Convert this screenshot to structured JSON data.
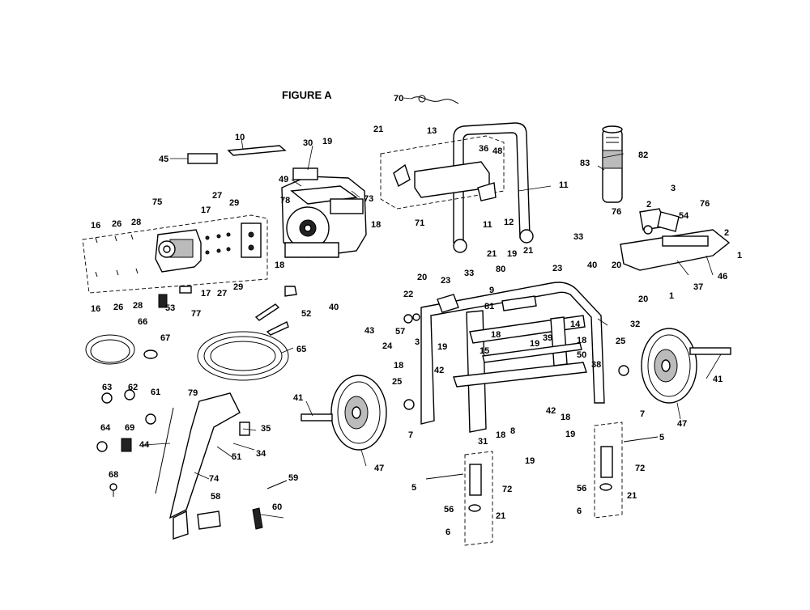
{
  "figure": {
    "title": "FIGURE A",
    "callouts": [
      {
        "id": "c70",
        "text": "70"
      },
      {
        "id": "c10",
        "text": "10"
      },
      {
        "id": "c21a",
        "text": "21"
      },
      {
        "id": "c13",
        "text": "13"
      },
      {
        "id": "c19a",
        "text": "19"
      },
      {
        "id": "c30",
        "text": "30"
      },
      {
        "id": "c45",
        "text": "45"
      },
      {
        "id": "c36",
        "text": "36"
      },
      {
        "id": "c48",
        "text": "48"
      },
      {
        "id": "c82",
        "text": "82"
      },
      {
        "id": "c83",
        "text": "83"
      },
      {
        "id": "c49",
        "text": "49"
      },
      {
        "id": "c73",
        "text": "73"
      },
      {
        "id": "c78",
        "text": "78"
      },
      {
        "id": "c11a",
        "text": "11"
      },
      {
        "id": "c75",
        "text": "75"
      },
      {
        "id": "c27a",
        "text": "27"
      },
      {
        "id": "c29a",
        "text": "29"
      },
      {
        "id": "c12",
        "text": "12"
      },
      {
        "id": "c71",
        "text": "71"
      },
      {
        "id": "c3a",
        "text": "3"
      },
      {
        "id": "c2a",
        "text": "2"
      },
      {
        "id": "c76a",
        "text": "76"
      },
      {
        "id": "c76b",
        "text": "76"
      },
      {
        "id": "c16a",
        "text": "16"
      },
      {
        "id": "c26a",
        "text": "26"
      },
      {
        "id": "c28a",
        "text": "28"
      },
      {
        "id": "c17a",
        "text": "17"
      },
      {
        "id": "c18a",
        "text": "18"
      },
      {
        "id": "c11b",
        "text": "11"
      },
      {
        "id": "c54",
        "text": "54"
      },
      {
        "id": "c2b",
        "text": "2"
      },
      {
        "id": "c33a",
        "text": "33"
      },
      {
        "id": "c1a",
        "text": "1"
      },
      {
        "id": "c21b",
        "text": "21"
      },
      {
        "id": "c19b",
        "text": "19"
      },
      {
        "id": "c18b",
        "text": "18"
      },
      {
        "id": "c33b",
        "text": "33"
      },
      {
        "id": "c21c",
        "text": "21"
      },
      {
        "id": "c80",
        "text": "80"
      },
      {
        "id": "c23a",
        "text": "23"
      },
      {
        "id": "c40a",
        "text": "40"
      },
      {
        "id": "c20a",
        "text": "20"
      },
      {
        "id": "c37",
        "text": "37"
      },
      {
        "id": "c46",
        "text": "46"
      },
      {
        "id": "c17b",
        "text": "17"
      },
      {
        "id": "c27b",
        "text": "27"
      },
      {
        "id": "c29b",
        "text": "29"
      },
      {
        "id": "c16b",
        "text": "16"
      },
      {
        "id": "c26b",
        "text": "26"
      },
      {
        "id": "c28b",
        "text": "28"
      },
      {
        "id": "c20b",
        "text": "20"
      },
      {
        "id": "c23b",
        "text": "23"
      },
      {
        "id": "c20c",
        "text": "20"
      },
      {
        "id": "c1b",
        "text": "1"
      },
      {
        "id": "c9",
        "text": "9"
      },
      {
        "id": "c22",
        "text": "22"
      },
      {
        "id": "c53",
        "text": "53"
      },
      {
        "id": "c77",
        "text": "77"
      },
      {
        "id": "c52",
        "text": "52"
      },
      {
        "id": "c81",
        "text": "81"
      },
      {
        "id": "c40b",
        "text": "40"
      },
      {
        "id": "c43",
        "text": "43"
      },
      {
        "id": "c57",
        "text": "57"
      },
      {
        "id": "c3b",
        "text": "3"
      },
      {
        "id": "c18c",
        "text": "18"
      },
      {
        "id": "c39",
        "text": "39"
      },
      {
        "id": "c14",
        "text": "14"
      },
      {
        "id": "c32",
        "text": "32"
      },
      {
        "id": "c66",
        "text": "66"
      },
      {
        "id": "c67",
        "text": "67"
      },
      {
        "id": "c24",
        "text": "24"
      },
      {
        "id": "c19c",
        "text": "19"
      },
      {
        "id": "c18d",
        "text": "18"
      },
      {
        "id": "c19d",
        "text": "19"
      },
      {
        "id": "c65",
        "text": "65"
      },
      {
        "id": "c18e",
        "text": "18"
      },
      {
        "id": "c15",
        "text": "15"
      },
      {
        "id": "c50",
        "text": "50"
      },
      {
        "id": "c25a",
        "text": "25"
      },
      {
        "id": "c38",
        "text": "38"
      },
      {
        "id": "c42a",
        "text": "42"
      },
      {
        "id": "c63",
        "text": "63"
      },
      {
        "id": "c62",
        "text": "62"
      },
      {
        "id": "c61",
        "text": "61"
      },
      {
        "id": "c79",
        "text": "79"
      },
      {
        "id": "c25b",
        "text": "25"
      },
      {
        "id": "c41a",
        "text": "41"
      },
      {
        "id": "c41b",
        "text": "41"
      },
      {
        "id": "c42b",
        "text": "42"
      },
      {
        "id": "c18f",
        "text": "18"
      },
      {
        "id": "c7a",
        "text": "7"
      },
      {
        "id": "c64",
        "text": "64"
      },
      {
        "id": "c69",
        "text": "69"
      },
      {
        "id": "c35",
        "text": "35"
      },
      {
        "id": "c8",
        "text": "8"
      },
      {
        "id": "c7b",
        "text": "7"
      },
      {
        "id": "c18g",
        "text": "18"
      },
      {
        "id": "c47a",
        "text": "47"
      },
      {
        "id": "c44",
        "text": "44"
      },
      {
        "id": "c34",
        "text": "34"
      },
      {
        "id": "c31",
        "text": "31"
      },
      {
        "id": "c19e",
        "text": "19"
      },
      {
        "id": "c5a",
        "text": "5"
      },
      {
        "id": "c51",
        "text": "51"
      },
      {
        "id": "c47b",
        "text": "47"
      },
      {
        "id": "c72a",
        "text": "72"
      },
      {
        "id": "c19f",
        "text": "19"
      },
      {
        "id": "c68",
        "text": "68"
      },
      {
        "id": "c74",
        "text": "74"
      },
      {
        "id": "c59",
        "text": "59"
      },
      {
        "id": "c5b",
        "text": "5"
      },
      {
        "id": "c72b",
        "text": "72"
      },
      {
        "id": "c56a",
        "text": "56"
      },
      {
        "id": "c58",
        "text": "58"
      },
      {
        "id": "c21d",
        "text": "21"
      },
      {
        "id": "c60",
        "text": "60"
      },
      {
        "id": "c6a",
        "text": "6"
      },
      {
        "id": "c56b",
        "text": "56"
      },
      {
        "id": "c21e",
        "text": "21"
      },
      {
        "id": "c6b",
        "text": "6"
      }
    ]
  }
}
